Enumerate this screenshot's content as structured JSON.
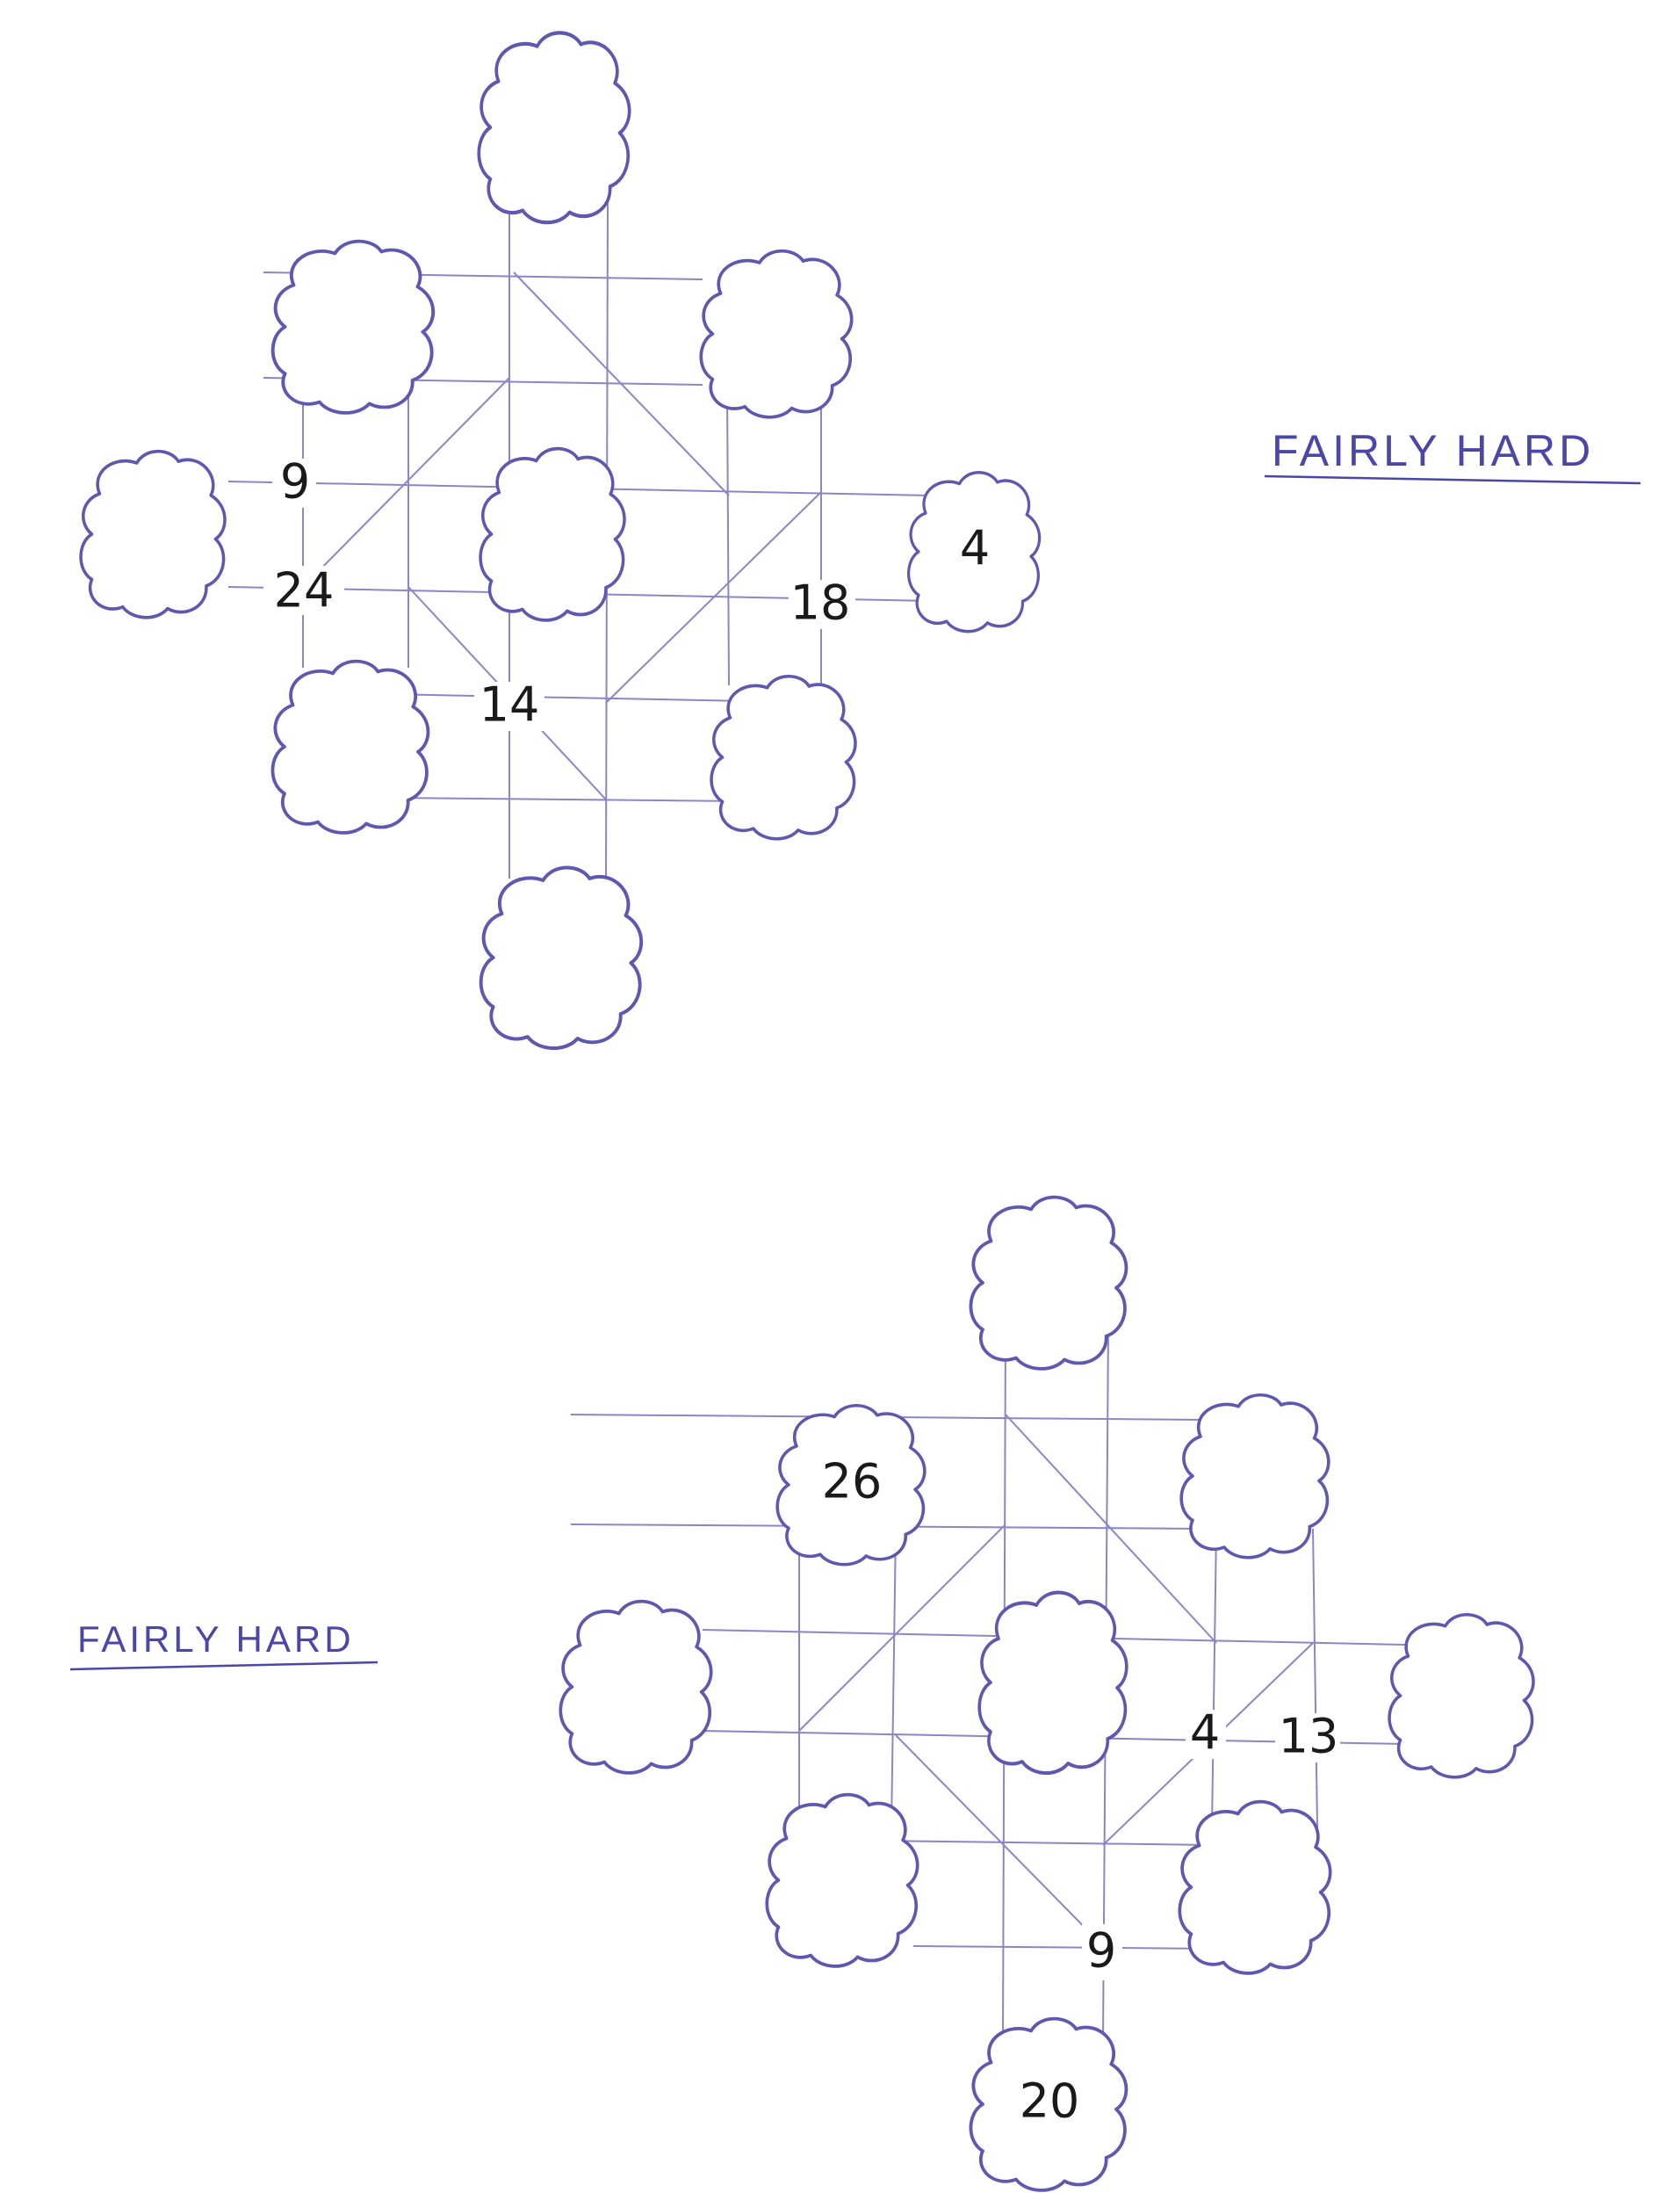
{
  "colors": {
    "ink": "#5e58b0",
    "grid": "#8a86c8",
    "digits": "#1a1a1a",
    "paper": "#ffffff"
  },
  "puzzle_top": {
    "difficulty_label": "FAIRLY HARD",
    "grid_numbers": {
      "left_upper": "9",
      "left_lower": "24",
      "right_lower": "18",
      "bottom_left": "14"
    },
    "clouds": {
      "top": "",
      "upper_left": "",
      "upper_right": "",
      "left": "",
      "center": "",
      "right": "4",
      "lower_left": "",
      "lower_right": "",
      "bottom": ""
    }
  },
  "puzzle_bottom": {
    "difficulty_label": "FAIRLY HARD",
    "grid_numbers": {
      "right_inner": "4",
      "right_outer": "13",
      "bottom_right": "9"
    },
    "clouds": {
      "top": "",
      "upper_left": "26",
      "upper_right": "",
      "left": "",
      "center": "",
      "right": "",
      "lower_left": "",
      "lower_right": "",
      "bottom": "20"
    }
  }
}
